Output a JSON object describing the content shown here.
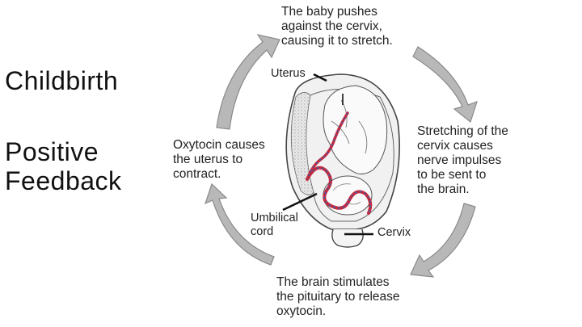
{
  "title": {
    "line1": "Childbirth",
    "line2": "Positive Feedback"
  },
  "cycle_steps": [
    {
      "text": "The baby pushes\nagainst the cervix,\ncausing it to stretch."
    },
    {
      "text": "Stretching of the\ncervix causes\nnerve impulses\nto be sent to\nthe brain."
    },
    {
      "text": "The brain stimulates\nthe pituitary to release\noxytocin."
    },
    {
      "text": "Oxytocin causes\nthe uterus to\ncontract."
    }
  ],
  "labels": {
    "uterus": "Uterus",
    "umbilical_cord": "Umbilical\ncord",
    "cervix": "Cervix"
  },
  "colors": {
    "arrow_fill": "#b8b8b8",
    "arrow_stroke": "#8a8a8a",
    "cord_red": "#c8283a",
    "cord_blue": "#3d5fa8"
  }
}
